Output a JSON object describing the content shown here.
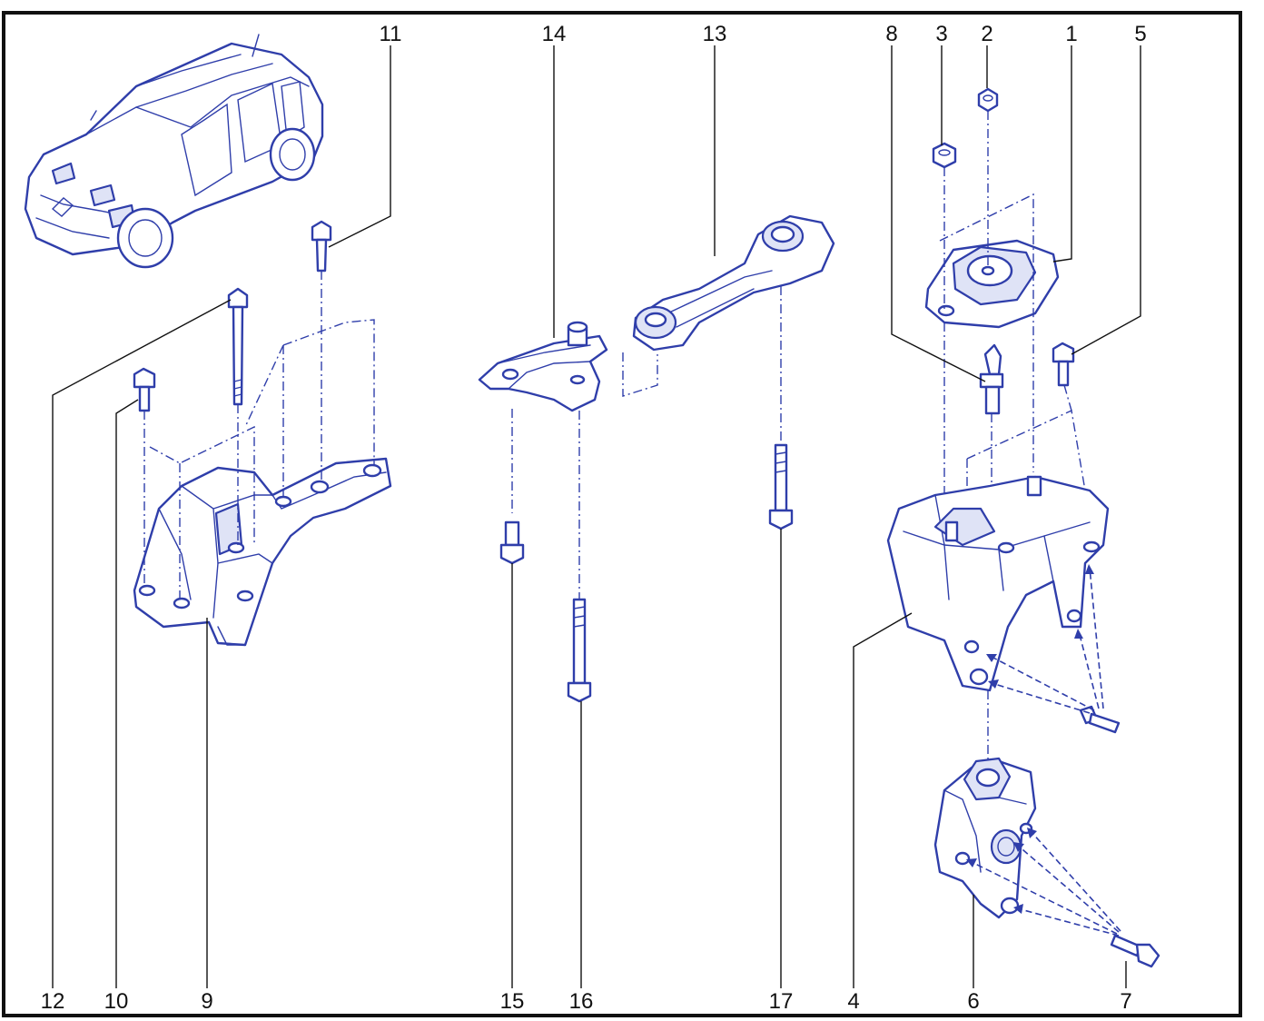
{
  "colors": {
    "ink": "#2f3eaa",
    "ink_fill": "#dfe3f6",
    "frame": "#111111"
  },
  "callouts": {
    "c1": "1",
    "c2": "2",
    "c3": "3",
    "c4": "4",
    "c5": "5",
    "c6": "6",
    "c7": "7",
    "c8": "8",
    "c9": "9",
    "c10": "10",
    "c11": "11",
    "c12": "12",
    "c13": "13",
    "c14": "14",
    "c15": "15",
    "c16": "16",
    "c17": "17"
  }
}
